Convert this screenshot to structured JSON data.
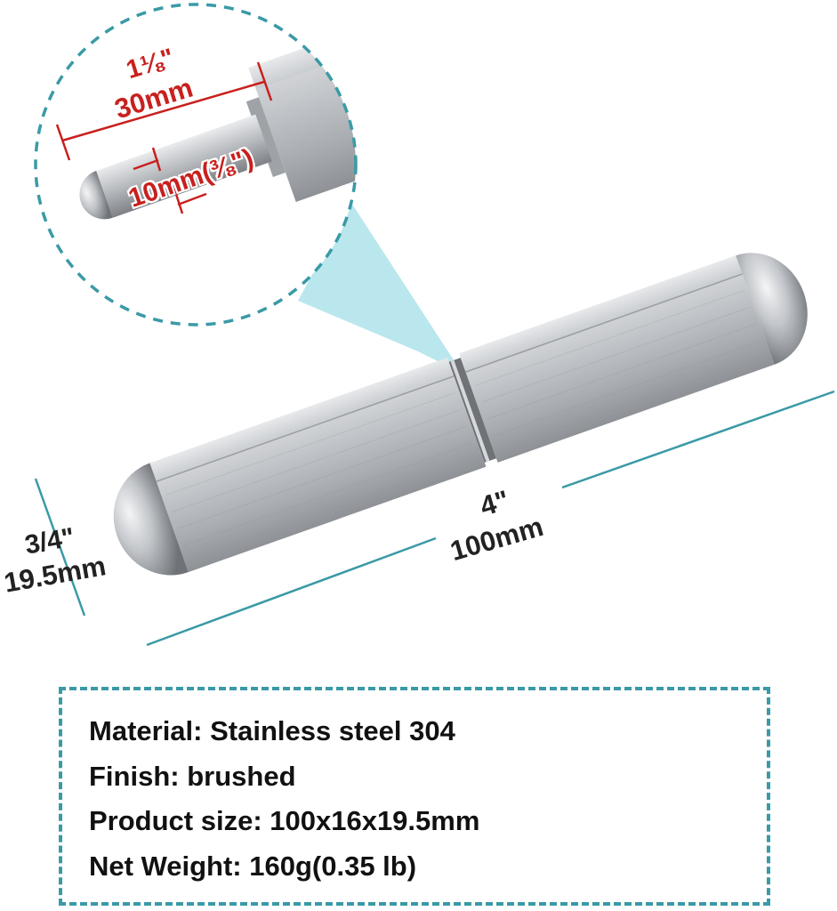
{
  "dimensions": {
    "pin_length_in": "1⅛\"",
    "pin_length_mm": "30mm",
    "pin_diameter": "10mm(⅜\")",
    "width_in": "3/4\"",
    "width_mm": "19.5mm",
    "length_in": "4\"",
    "length_mm": "100mm"
  },
  "specs": {
    "material": "Material: Stainless steel 304",
    "finish": "Finish: brushed",
    "size": "Product size: 100x16x19.5mm",
    "weight": "Net Weight: 160g(0.35 lb)"
  },
  "colors": {
    "accent": "#3a9aa6",
    "dimension_red": "#c8201e",
    "steel": "#b9bcc0"
  }
}
